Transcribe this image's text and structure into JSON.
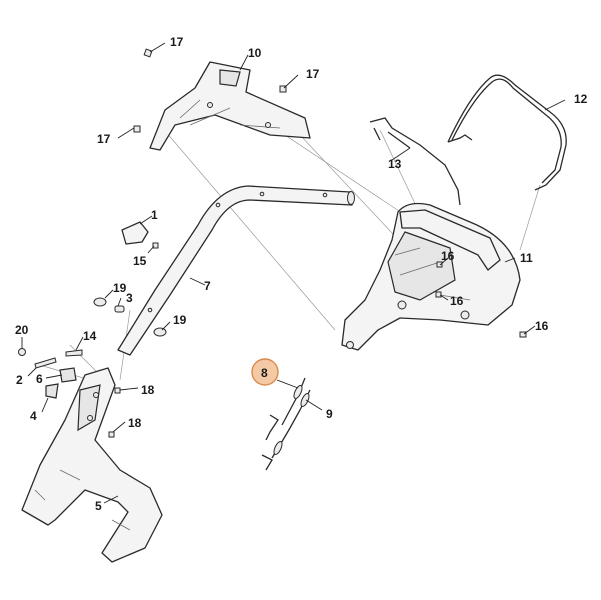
{
  "callouts": {
    "c1": "1",
    "c2": "2",
    "c3": "3",
    "c4": "4",
    "c5": "5",
    "c6": "6",
    "c7": "7",
    "c8": "8",
    "c9": "9",
    "c10": "10",
    "c11": "11",
    "c12": "12",
    "c13": "13",
    "c14": "14",
    "c15": "15",
    "c16": "16",
    "c17": "17",
    "c18": "18",
    "c19": "19",
    "c20": "20"
  },
  "highlight": {
    "part": "8",
    "color": "#f4c9a6",
    "ring": "#d98a4a"
  }
}
